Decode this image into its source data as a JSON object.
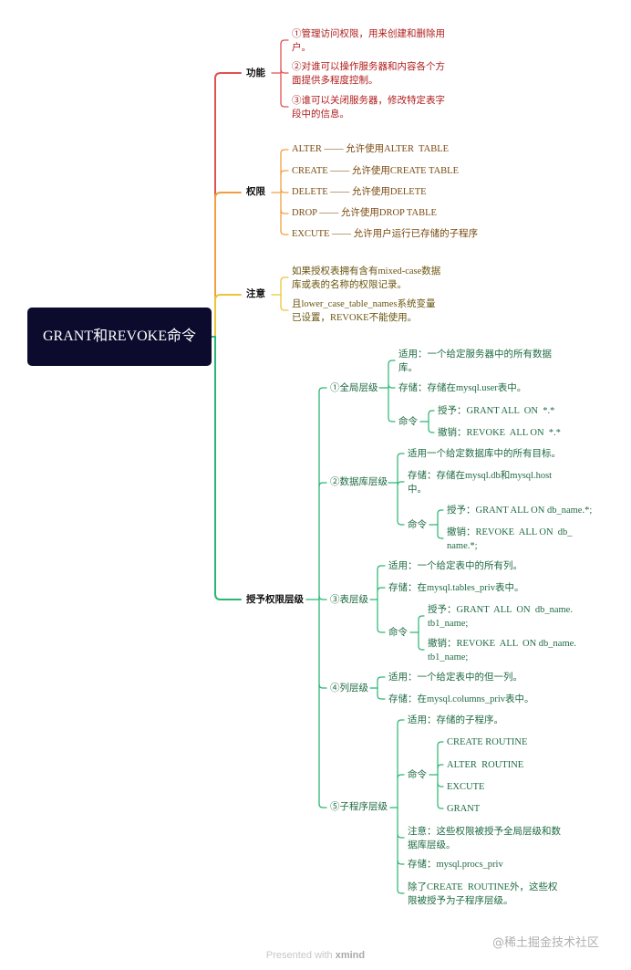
{
  "root": "GRANT和REVOKE命令",
  "colors": {
    "func": "#e05252",
    "priv": "#f0a040",
    "note": "#ecc53a",
    "levels": "#2bb673"
  },
  "func": {
    "title": "功能",
    "items": [
      "①管理访问权限，用来创建和删除用\n户。",
      "②对谁可以操作服务器和内容各个方\n面提供多程度控制。",
      "③谁可以关闭服务器，修改特定表字\n段中的信息。"
    ]
  },
  "priv": {
    "title": "权限",
    "items": [
      "ALTER —— 允许使用ALTER  TABLE",
      "CREATE —— 允许使用CREATE TABLE",
      "DELETE —— 允许使用DELETE",
      "DROP —— 允许使用DROP TABLE",
      "EXCUTE —— 允许用户运行已存储的子程序"
    ]
  },
  "note": {
    "title": "注意",
    "items": [
      "如果授权表拥有含有mixed-case数据\n库或表的名称的权限记录。",
      "且lower_case_table_names系统变量\n已设置，REVOKE不能使用。"
    ]
  },
  "levels": {
    "title": "授予权限层级",
    "global": {
      "title": "①全局层级",
      "apply": "适用：一个给定服务器中的所有数据\n库。",
      "store": "存储：存储在mysql.user表中。",
      "cmd": "命令",
      "grant": "授予：GRANT ALL  ON  *.*",
      "revoke": "撤销：REVOKE  ALL ON  *.*"
    },
    "db": {
      "title": "②数据库层级",
      "apply": "适用一个给定数据库中的所有目标。",
      "store": "存储：存储在mysql.db和mysql.host\n中。",
      "cmd": "命令",
      "grant": "授予：GRANT ALL ON db_name.*;",
      "revoke": "撤销：REVOKE  ALL ON  db_\nname.*;"
    },
    "table": {
      "title": "③表层级",
      "apply": "适用：一个给定表中的所有列。",
      "store": "存储：在mysql.tables_priv表中。",
      "cmd": "命令",
      "grant": "授予：GRANT  ALL  ON  db_name.\ntb1_name;",
      "revoke": "撤销：REVOKE  ALL  ON db_name.\ntb1_name;"
    },
    "column": {
      "title": "④列层级",
      "apply": "适用：一个给定表中的但一列。",
      "store": "存储：在mysql.columns_priv表中。"
    },
    "routine": {
      "title": "⑤子程序层级",
      "apply": "适用：存储的子程序。",
      "cmd": "命令",
      "cmds": [
        "CREATE ROUTINE",
        "ALTER  ROUTINE",
        "EXCUTE",
        "GRANT"
      ],
      "note": "注意：这些权限被授予全局层级和数\n据库层级。",
      "store": "存储：mysql.procs_priv",
      "extra": "除了CREATE  ROUTINE外，这些权\n限被授予为子程序层级。"
    }
  },
  "footer": {
    "prefix": "Presented with ",
    "brand": "xmind"
  },
  "watermark": "@稀土掘金技术社区"
}
